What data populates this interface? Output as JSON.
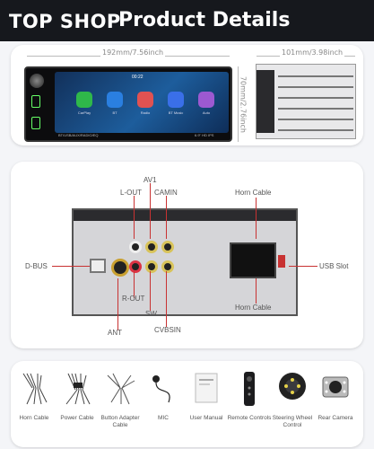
{
  "header": {
    "brand": "TOP SHOP",
    "title": "Product Details"
  },
  "front": {
    "width_label": "192mm/7.56inch",
    "side_width_label": "101mm/3.98inch",
    "height_label": "70mm/2.76inch",
    "time": "00:22",
    "apps": [
      {
        "label": "CarPlay",
        "color": "#2fb84a"
      },
      {
        "label": "BT",
        "color": "#2a7fe0"
      },
      {
        "label": "Radio",
        "color": "#e05252"
      },
      {
        "label": "BT Music",
        "color": "#3a6fe8"
      },
      {
        "label": "Auto",
        "color": "#9c59d1"
      }
    ],
    "bottom_text": "BT/USB/AUX/RADIO/EQ",
    "bottom_right": "6.9\" HD IPS"
  },
  "rear": {
    "labels": {
      "av1": "AV1",
      "l_out": "L-OUT",
      "camin": "CAMIN",
      "d_bus": "D-BUS",
      "r_out": "R-OUT",
      "sw": "SW",
      "ant": "ANT",
      "cvbsin": "CVBSIN",
      "horn_top": "Horn Cable",
      "horn_bottom": "Horn Cable",
      "usb_slot": "USB Slot"
    }
  },
  "accessories": [
    {
      "name": "Horn Cable"
    },
    {
      "name": "Power Cable"
    },
    {
      "name": "Button Adapter Cable"
    },
    {
      "name": "MIC"
    },
    {
      "name": "User Manual"
    },
    {
      "name": "Remote Controls"
    },
    {
      "name": "Steering Wheel Control"
    },
    {
      "name": "Rear Camera"
    }
  ],
  "colors": {
    "header_bg": "#16181d",
    "callout": "#c83232",
    "rca_ring": "#d8c35a"
  }
}
